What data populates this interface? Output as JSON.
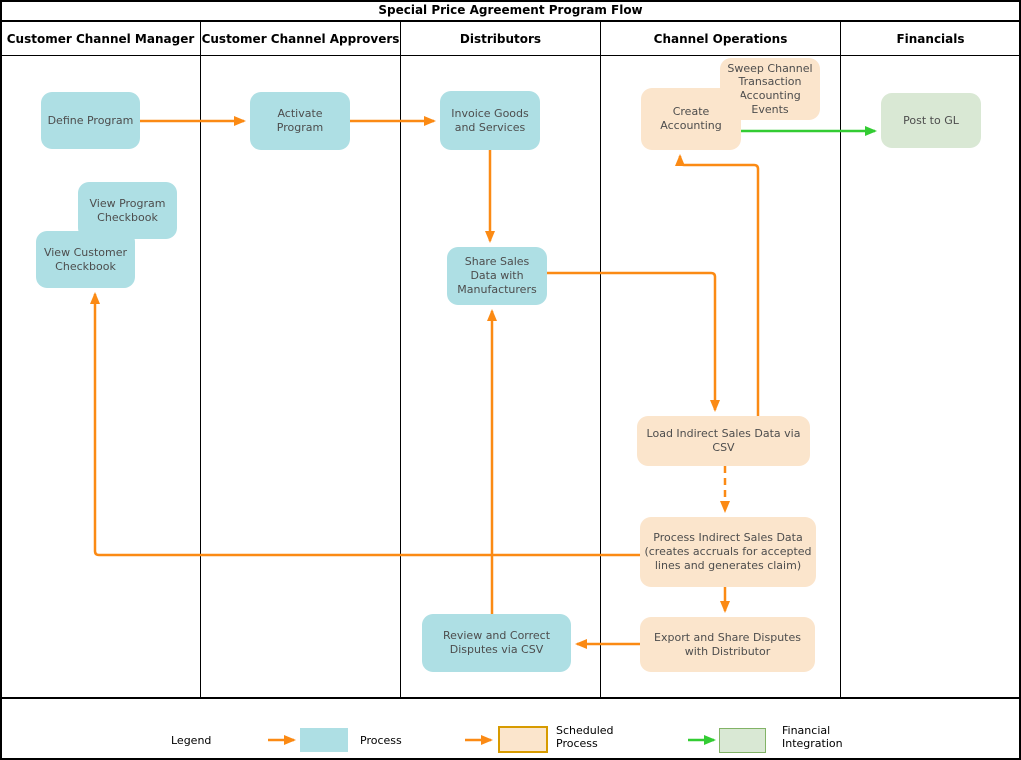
{
  "title": "Special Price Agreement Program Flow",
  "lanes": [
    {
      "label": "Customer Channel Manager"
    },
    {
      "label": "Customer Channel Approvers"
    },
    {
      "label": "Distributors"
    },
    {
      "label": "Channel Operations"
    },
    {
      "label": "Financials"
    }
  ],
  "nodes": {
    "define_program": "Define Program",
    "activate_program": "Activate Program",
    "invoice_goods": "Invoice Goods and Services",
    "sweep_events": "Sweep Channel Transaction Accounting Events",
    "create_accounting": "Create Accounting",
    "post_to_gl": "Post to GL",
    "view_program_checkbook": "View Program Checkbook",
    "view_customer_checkbook": "View Customer Checkbook",
    "share_sales": "Share Sales Data with Manufacturers",
    "load_indirect": "Load Indirect Sales Data via CSV",
    "process_indirect": "Process Indirect Sales Data (creates accruals for accepted lines and generates claim)",
    "export_disputes": "Export and Share Disputes with Distributor",
    "review_disputes": "Review and Correct Disputes via CSV"
  },
  "legend": {
    "title": "Legend",
    "items": [
      {
        "label": "Process"
      },
      {
        "label": "Scheduled Process"
      },
      {
        "label": "Financial Integration"
      }
    ]
  },
  "colors": {
    "process_fill": "#AEDFE4",
    "scheduled_fill": "#FBE5CC",
    "scheduled_border": "#D79B00",
    "integration_fill": "#D9E8D4",
    "integration_border": "#82B366",
    "arrow_orange": "#FB8A14",
    "arrow_green": "#33CC33"
  }
}
